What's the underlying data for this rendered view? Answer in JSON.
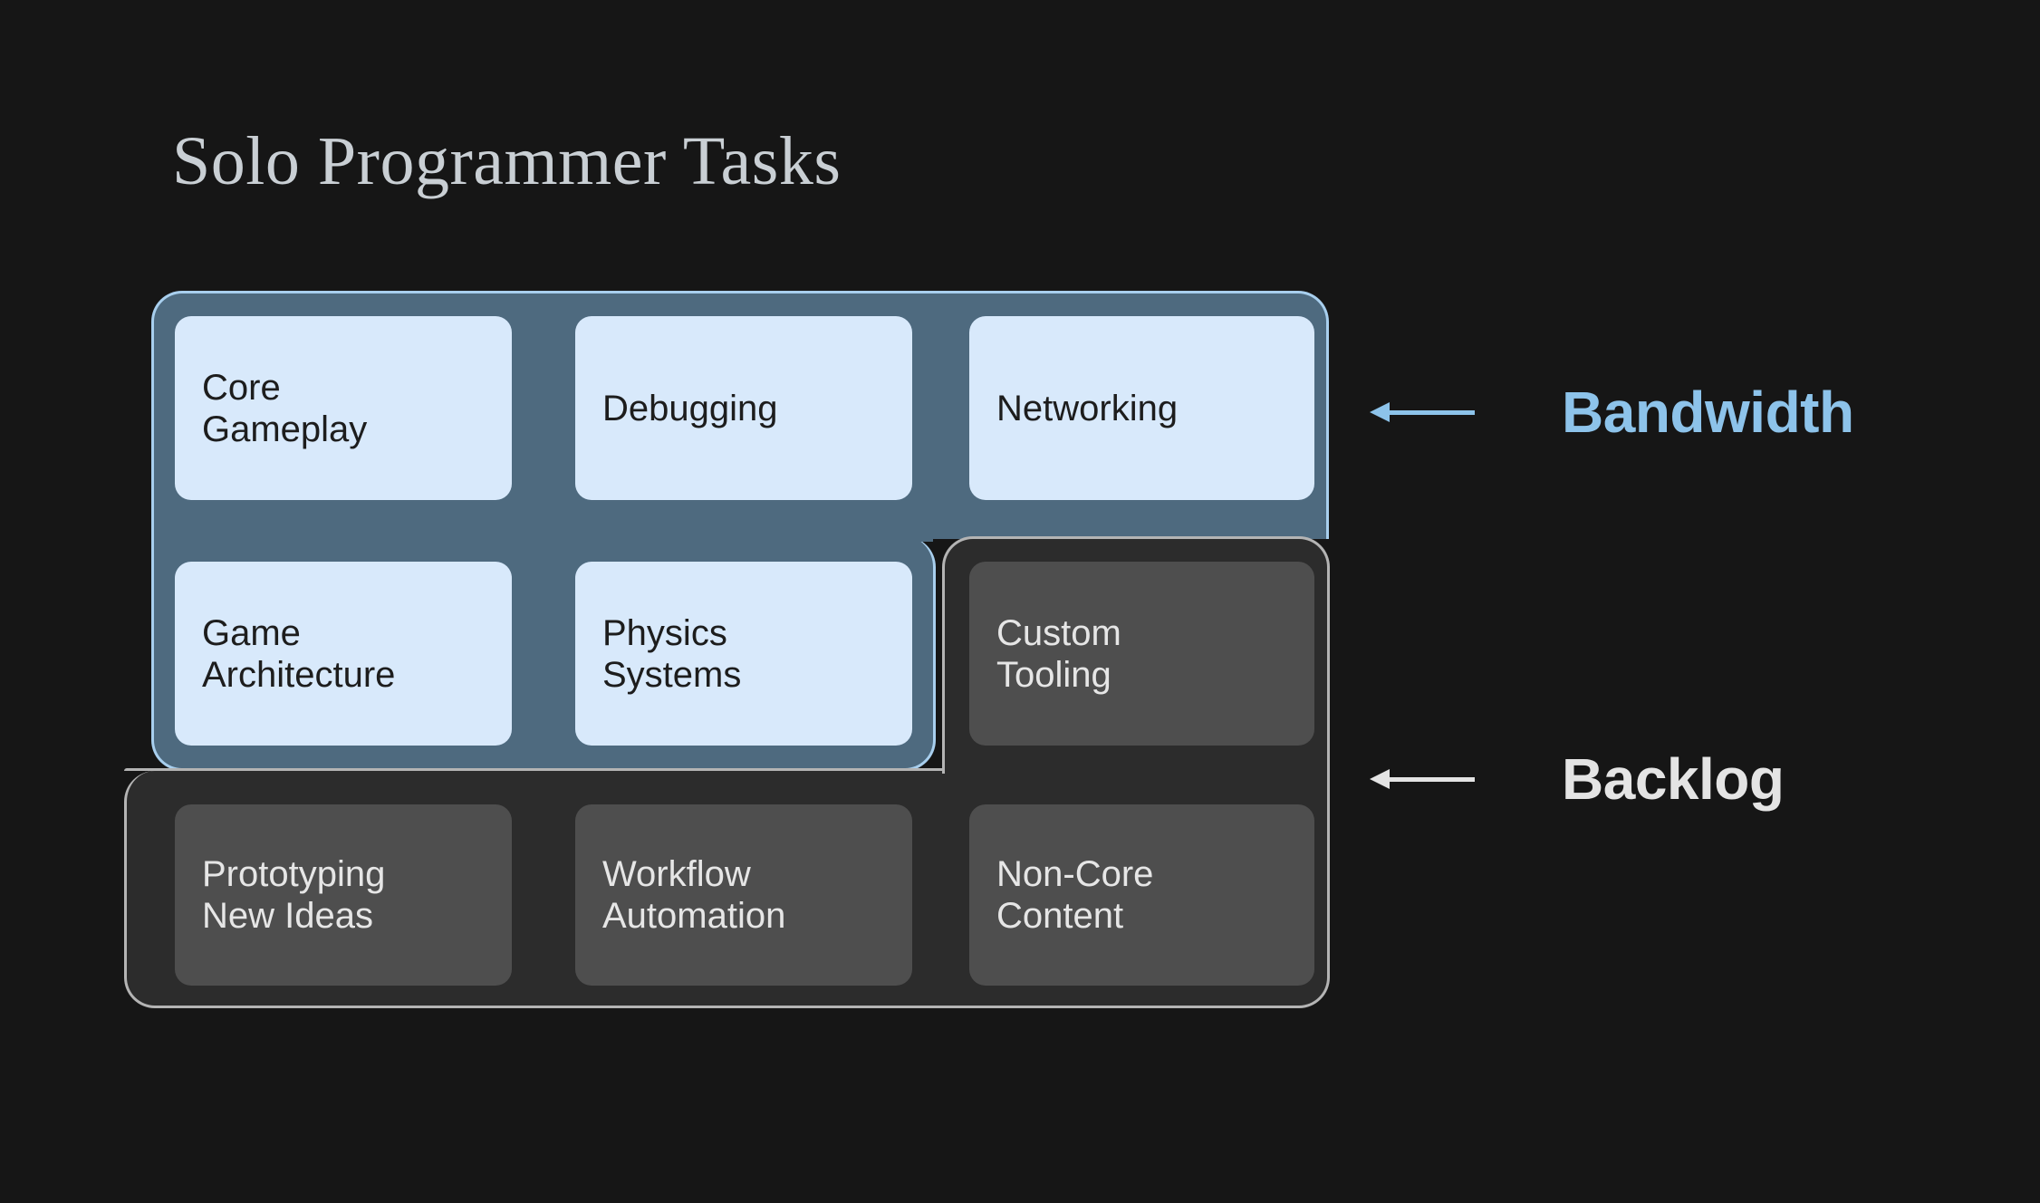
{
  "title": "Solo Programmer Tasks",
  "groups": {
    "bandwidth": {
      "name": "Bandwidth",
      "accent_color": "#8dc3ea",
      "container_fill": "#4e6a7f",
      "container_border": "#a8cfee",
      "card_fill": "#d8e9fb",
      "card_text_color": "#1d1d1d",
      "cards": [
        {
          "label": "Core\nGameplay"
        },
        {
          "label": "Debugging"
        },
        {
          "label": "Networking"
        },
        {
          "label": "Game\nArchitecture"
        },
        {
          "label": "Physics\nSystems"
        }
      ]
    },
    "backlog": {
      "name": "Backlog",
      "accent_color": "#e4e4e4",
      "container_fill": "#2c2c2c",
      "container_border": "#b4b4b4",
      "card_fill": "#4e4e4e",
      "card_text_color": "#e6e6e6",
      "cards": [
        {
          "label": "Custom\nTooling"
        },
        {
          "label": "Prototyping\nNew Ideas"
        },
        {
          "label": "Workflow\nAutomation"
        },
        {
          "label": "Non-Core\nContent"
        }
      ]
    }
  },
  "annotations": [
    {
      "label": "Bandwidth",
      "arrow": "left-arrow-icon",
      "color": "#8dc3ea"
    },
    {
      "label": "Backlog",
      "arrow": "left-arrow-icon",
      "color": "#e4e4e4"
    }
  ],
  "page": {
    "background_color": "#161616",
    "title_color": "#c9cfd4"
  }
}
